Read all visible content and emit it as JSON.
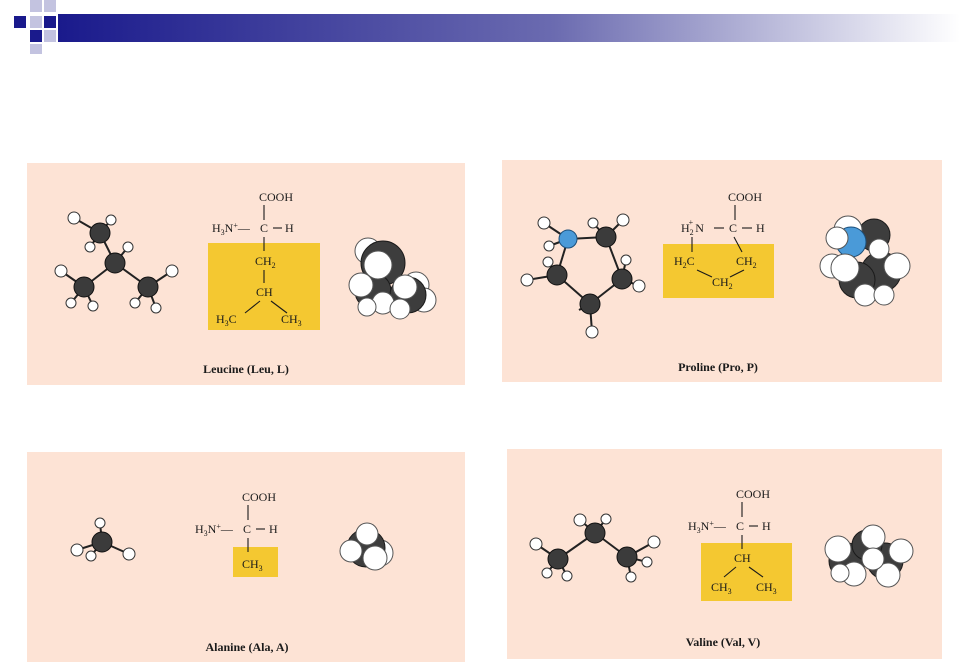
{
  "header": {
    "accent_color": "#1a1a8c",
    "fade_color": "#ffffff"
  },
  "panel_color": "#fde3d5",
  "highlight_color": "#f4c831",
  "panels": {
    "leucine": {
      "caption": "Leucine (Leu, L)",
      "cooh": "COOH",
      "alpha": "C",
      "h": "H",
      "side": [
        "CH",
        "2"
      ],
      "side2": "CH",
      "methyl_left": [
        "H",
        "3",
        "C"
      ],
      "methyl_right": [
        "CH",
        "3"
      ],
      "amine": [
        "H",
        "3",
        "N",
        "+",
        "—"
      ]
    },
    "proline": {
      "caption": "Proline (Pro, P)",
      "cooh": "COOH",
      "alpha": "C",
      "h": "H",
      "amine": [
        "H",
        "2",
        "+",
        "N"
      ],
      "ring_left": [
        "H",
        "2",
        "C"
      ],
      "ring_right": [
        "CH",
        "2"
      ],
      "ring_bottom": [
        "CH",
        "2"
      ]
    },
    "alanine": {
      "caption": "Alanine (Ala, A)",
      "cooh": "COOH",
      "alpha": "C",
      "h": "H",
      "amine": [
        "H",
        "3",
        "N",
        "+",
        "—"
      ],
      "side": [
        "CH",
        "3"
      ]
    },
    "valine": {
      "caption": "Valine (Val, V)",
      "cooh": "COOH",
      "alpha": "C",
      "h": "H",
      "amine": [
        "H",
        "3",
        "N",
        "+",
        "—"
      ],
      "side": "CH",
      "methyl_left": [
        "CH",
        "3"
      ],
      "methyl_right": [
        "CH",
        "3"
      ]
    }
  }
}
